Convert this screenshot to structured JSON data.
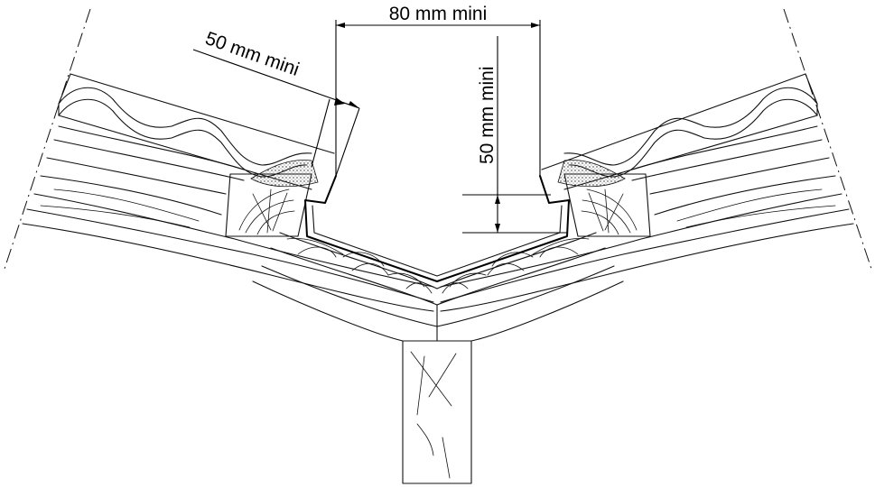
{
  "dimensions": {
    "top_width": "80 mm mini",
    "overlap_left": "50 mm mini",
    "height_right": "50 mm mini"
  }
}
